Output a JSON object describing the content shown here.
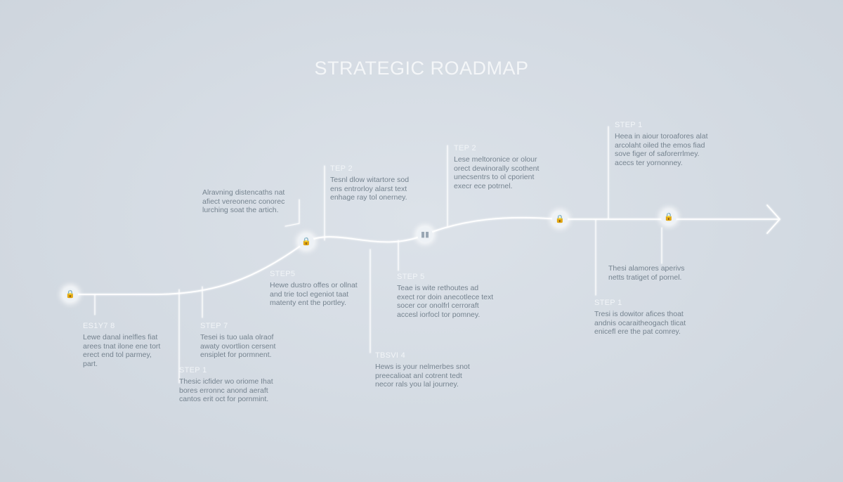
{
  "title": "STRATEGIC ROADMAP",
  "colors": {
    "background": "#d6dde4",
    "line": "#ffffff",
    "text": "#75838f"
  },
  "nodes": [
    {
      "icon": "lock-icon",
      "glyph": "🔒"
    },
    {
      "icon": "lock-icon",
      "glyph": "🔒"
    },
    {
      "icon": "document-icon",
      "glyph": "▮▮"
    },
    {
      "icon": "lock-icon",
      "glyph": "🔒"
    },
    {
      "icon": "lock-icon",
      "glyph": "🔒"
    }
  ],
  "labels": [
    {
      "step": "",
      "desc": "Alravning distencaths nat\nafiect vereonenc conorec\nlurching soat the artich."
    },
    {
      "step": "TEP 2",
      "desc": "Tesnl dlow witartore sod\nens entrorloy alarst text\nenhage ray tol onerney."
    },
    {
      "step": "TEP 2",
      "desc": "Lese meltoronice or olour\norect dewinorally scothent\nunecsentrs to ol cporient\nexecr ece potrnel."
    },
    {
      "step": "STEP 1",
      "desc": "Heea in aiour toroafores alat\narcolaht oiled the emos fiad\nsove figer of saforerrlmey.\nacecs ter yornonney."
    },
    {
      "step": "ES1Y7 8",
      "desc": "Lewe danal inelfles fiat\narees tnat ilone ene tort\nerect end tol parmey,\npart."
    },
    {
      "step": "STEP 1",
      "desc": "Thesic icfider wo oriome Ihat\nbores erronnc anond aeraft\ncantos erit oct for pornmint."
    },
    {
      "step": "STEP 7",
      "desc": "Tesei is tuo uala olraof\nawaty ovortlion cersent\nensiplet for pormnent."
    },
    {
      "step": "STEP5",
      "desc": "Hewe dustro offes or ollnat\nand trie tocl egeniot taat\nmatenty ent the portley."
    },
    {
      "step": "TBSVI 4",
      "desc": "Hews is your nelmerbes snot\npreecalioat anl cotrent tedt\nnecor rals you lal journey."
    },
    {
      "step": "STEP 5",
      "desc": "Teae is wite rethoutes ad\nexect ror doin anecotlece text\nsocer cor onolfrl cerroraft\naccesl iorfocl tor pomney."
    },
    {
      "step": "",
      "desc": "Thesi alamores aperivs\nnetts tratiget of pornel."
    },
    {
      "step": "STEP 1",
      "desc": "Tresi is dowitor afices thoat\nandnis ocaraitheogach tlicat\nenicefl ere the pat comrey."
    }
  ]
}
